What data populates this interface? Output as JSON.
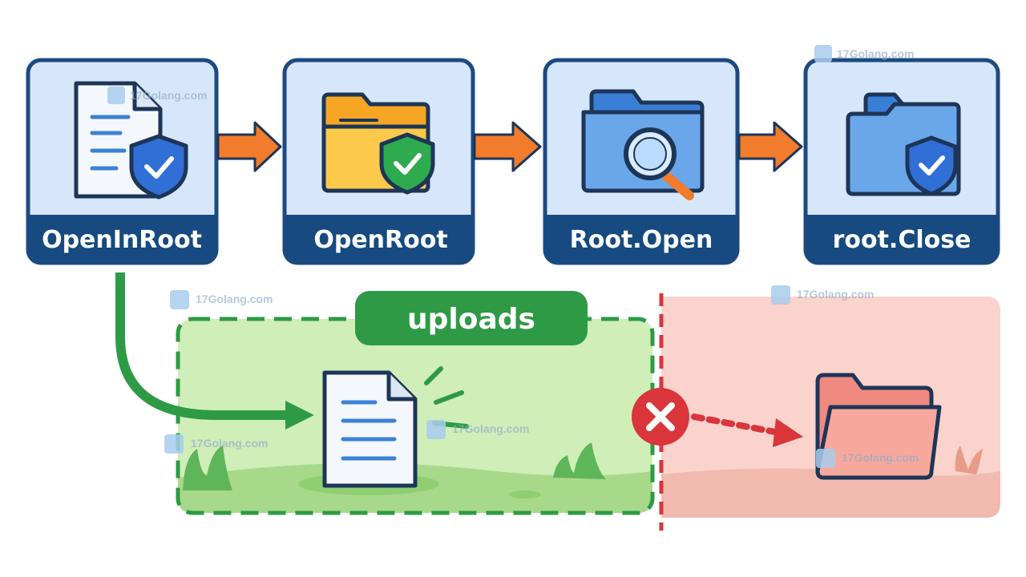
{
  "steps": [
    {
      "label": "OpenInRoot",
      "icon": "document-shield-icon"
    },
    {
      "label": "OpenRoot",
      "icon": "folder-shield-icon"
    },
    {
      "label": "Root.Open",
      "icon": "folder-search-icon"
    },
    {
      "label": "root.Close",
      "icon": "folder-shield-icon"
    }
  ],
  "zone": {
    "label": "uploads"
  },
  "watermark": "17Golang.com",
  "colors": {
    "card_fill": "#d6e7fb",
    "card_border": "#1d4a80",
    "label_band": "#164a80",
    "arrow": "#f07c2c",
    "safe_zone": "#cfeeb8",
    "safe_border": "#2f9a45",
    "denied_zone": "#f9d3cc",
    "denied_line": "#d9353a"
  }
}
